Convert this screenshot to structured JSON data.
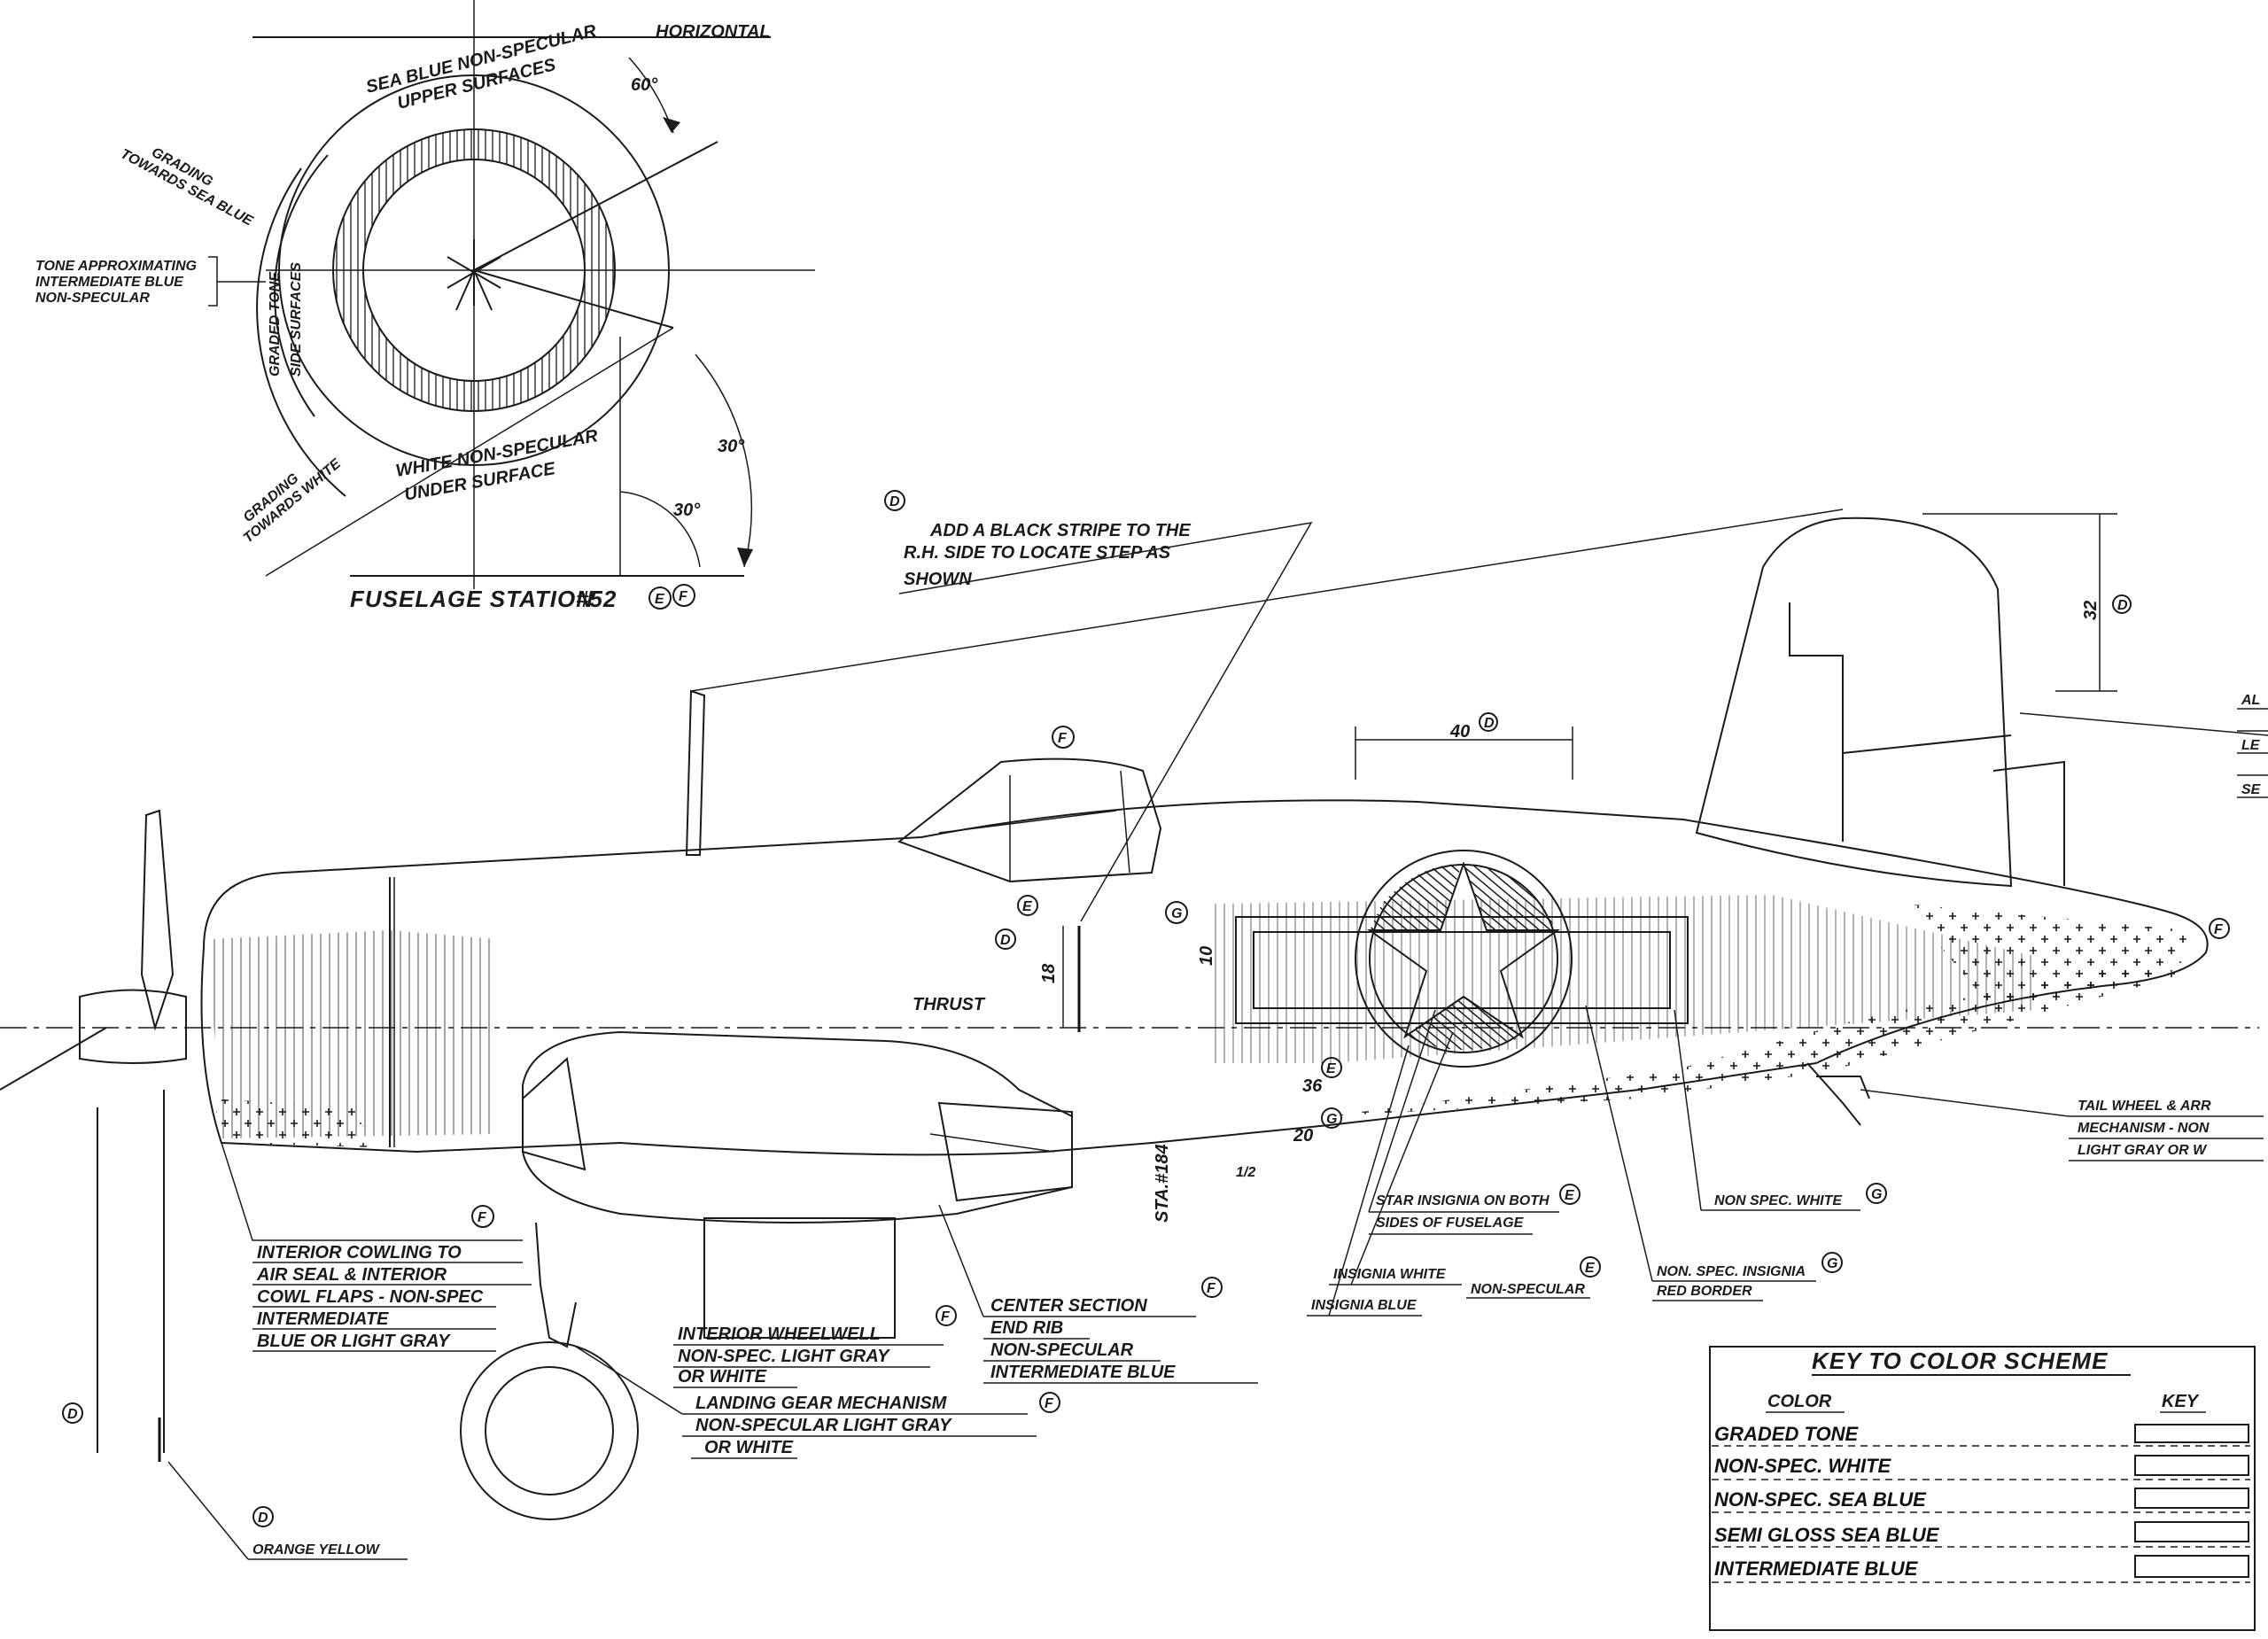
{
  "section": {
    "title": "FUSELAGE STATION",
    "station_number": "#52",
    "refs": [
      "E",
      "F"
    ],
    "horizontal": "HORIZONTAL",
    "angle_top": "60°",
    "angle_right": "30°",
    "angle_lower": "30°",
    "upper_1": "SEA BLUE NON-SPECULAR",
    "upper_2": "UPPER SURFACES",
    "grading_sea_1": "GRADING",
    "grading_sea_2": "TOWARDS SEA BLUE",
    "tone_1": "TONE APPROXIMATING",
    "tone_2": "INTERMEDIATE BLUE",
    "tone_3": "NON-SPECULAR",
    "graded_1": "GRADED TONE",
    "graded_2": "SIDE SURFACES",
    "grading_white_1": "GRADING",
    "grading_white_2": "TOWARDS WHITE",
    "under_1": "WHITE NON-SPECULAR",
    "under_2": "UNDER SURFACE"
  },
  "callouts": {
    "stripe_ref": "D",
    "stripe_1": "ADD A BLACK STRIPE TO THE",
    "stripe_2": "R.H. SIDE TO LOCATE STEP AS",
    "stripe_3": "SHOWN",
    "thrust": "THRUST",
    "dim_40": "40",
    "dim_40_ref": "D",
    "dim_32": "32",
    "dim_32_ref": "D",
    "dim_18": "18",
    "dim_10": "10",
    "dim_36": "36",
    "dim_20": "20",
    "dim_half": "1/2",
    "sta": "STA.#184",
    "ref_f_canopy": "F",
    "ref_e_step": "E",
    "ref_d_step": "D",
    "ref_g_insig": "G",
    "ref_e_36": "E",
    "ref_g_20": "G",
    "ref_f_tail": "F",
    "ref_d_prop": "D",
    "ref_f_cowl": "F",
    "cowl_1": "INTERIOR COWLING TO",
    "cowl_2": "AIR SEAL & INTERIOR",
    "cowl_3": "COWL FLAPS - NON-SPEC",
    "cowl_4": "INTERMEDIATE",
    "cowl_5": "BLUE OR LIGHT GRAY",
    "wheelwell_1": "INTERIOR WHEELWELL",
    "wheelwell_2": "NON-SPEC. LIGHT GRAY",
    "wheelwell_3": "OR WHITE",
    "wheelwell_ref": "F",
    "gear_1": "LANDING GEAR MECHANISM",
    "gear_2": "NON-SPECULAR LIGHT GRAY",
    "gear_3": "OR WHITE",
    "gear_ref": "F",
    "center_1": "CENTER SECTION",
    "center_2": "END RIB",
    "center_3": "NON-SPECULAR",
    "center_4": "INTERMEDIATE BLUE",
    "center_ref": "F",
    "star_1": "STAR INSIGNIA ON BOTH",
    "star_2": "SIDES OF FUSELAGE",
    "star_ref": "E",
    "insig_white": "INSIGNIA WHITE",
    "insig_nonspec": "NON-SPECULAR",
    "insig_blue": "INSIGNIA BLUE",
    "insig_nonspec_ref": "E",
    "red_1": "NON. SPEC. INSIGNIA",
    "red_2": "RED BORDER",
    "red_ref": "G",
    "nonspec_white": "NON SPEC. WHITE",
    "nonspec_white_ref": "G",
    "tail_1": "TAIL WHEEL & ARR",
    "tail_2": "MECHANISM - NON",
    "tail_3": "LIGHT GRAY OR W",
    "orange": "ORANGE YELLOW",
    "orange_ref": "D",
    "prop_ref": "D",
    "cut_1": "AL",
    "cut_2": "LE",
    "cut_3": "SE"
  },
  "key": {
    "title": "KEY TO COLOR SCHEME",
    "col_color": "COLOR",
    "col_key": "KEY",
    "rows": [
      {
        "label": "GRADED TONE",
        "pattern": "graded"
      },
      {
        "label": "NON-SPEC. WHITE",
        "pattern": "white-cross"
      },
      {
        "label": "NON-SPEC. SEA BLUE",
        "pattern": "sea-blue"
      },
      {
        "label": "SEMI GLOSS SEA BLUE",
        "pattern": "semi-gloss"
      },
      {
        "label": "INTERMEDIATE BLUE",
        "pattern": "intermediate"
      }
    ]
  },
  "colors": {
    "ink": "#1a1a1a",
    "paper": "#ffffff"
  }
}
